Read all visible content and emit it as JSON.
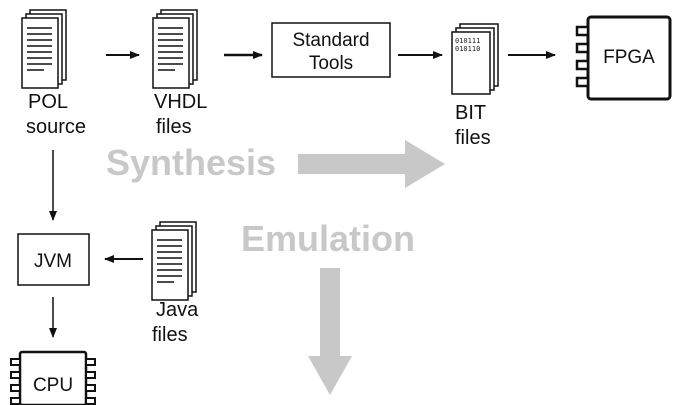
{
  "nodes": {
    "pol_source": {
      "line1": "POL",
      "line2": "source"
    },
    "vhdl_files": {
      "line1": "VHDL",
      "line2": "files"
    },
    "standard_tools": {
      "line1": "Standard",
      "line2": "Tools"
    },
    "bit_files": {
      "line1": "BIT",
      "line2": "files",
      "bits1": "010111",
      "bits2": "010110"
    },
    "fpga": {
      "label": "FPGA"
    },
    "jvm": {
      "label": "JVM"
    },
    "java_files": {
      "line1": "Java",
      "line2": "files"
    },
    "cpu": {
      "label": "CPU"
    }
  },
  "stages": {
    "synthesis": "Synthesis",
    "emulation": "Emulation"
  },
  "colors": {
    "stage_gray": "#c8c8c8",
    "ink": "#111111"
  }
}
